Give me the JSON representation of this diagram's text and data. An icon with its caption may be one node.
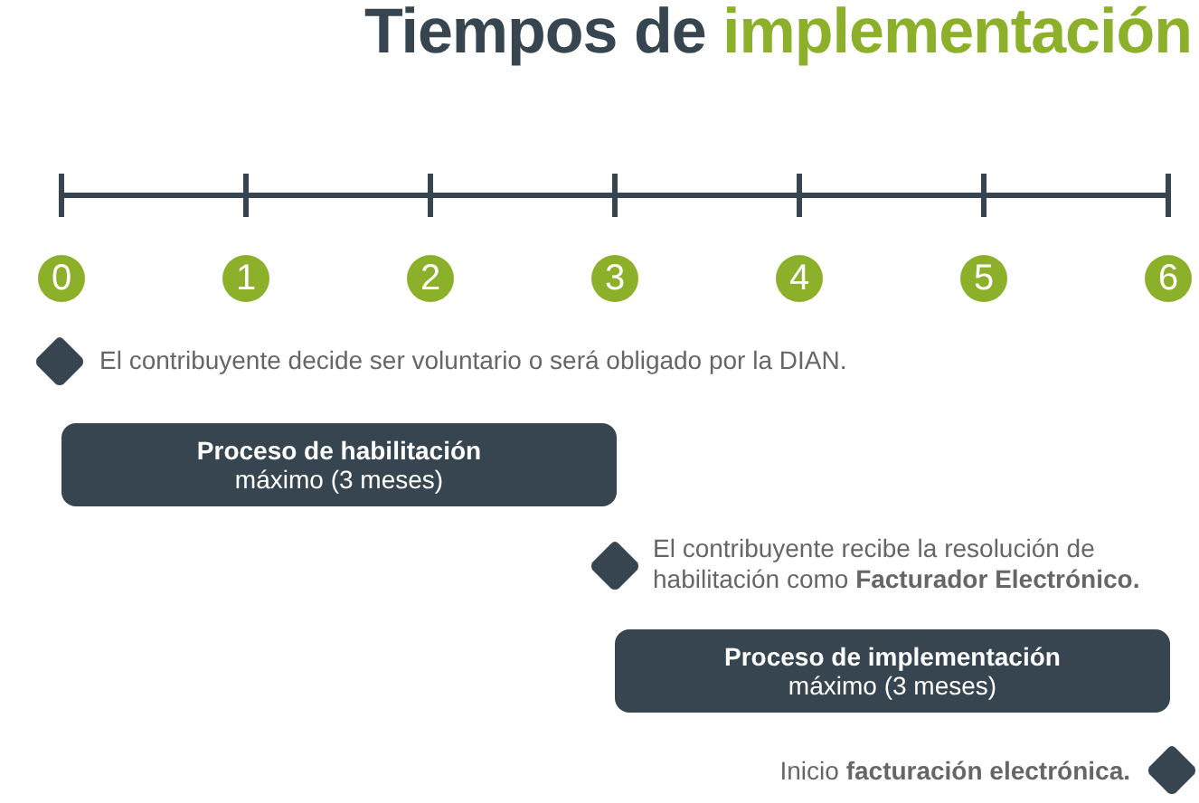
{
  "diagram": {
    "title": "Tiempos de implementación",
    "nodes": [
      {
        "text": [
          "0"
        ]
      },
      {
        "text": [
          "1"
        ]
      },
      {
        "text": [
          "2"
        ]
      },
      {
        "text": [
          "3"
        ]
      },
      {
        "text": [
          "4"
        ]
      },
      {
        "text": [
          "5"
        ]
      },
      {
        "text": [
          "6"
        ]
      },
      {
        "text": [],
        "shape": "diamond",
        "beside": [
          "El contribuyente decide ser voluntario o será obligado por la DIAN."
        ]
      },
      {
        "text": [
          "Proceso de habilitación",
          "máximo (3 meses)"
        ]
      },
      {
        "text": [],
        "shape": "diamond",
        "beside": [
          "El contribuyente recibe la resolución de habilitación como **Facturador Electrónico.**"
        ]
      },
      {
        "text": [
          "Proceso de implementación",
          "máximo (3 meses)"
        ]
      },
      {
        "text": [],
        "shape": "diamond",
        "beside": [
          "Inicio **facturación electrónica.**"
        ]
      }
    ],
    "edges": []
  }
}
